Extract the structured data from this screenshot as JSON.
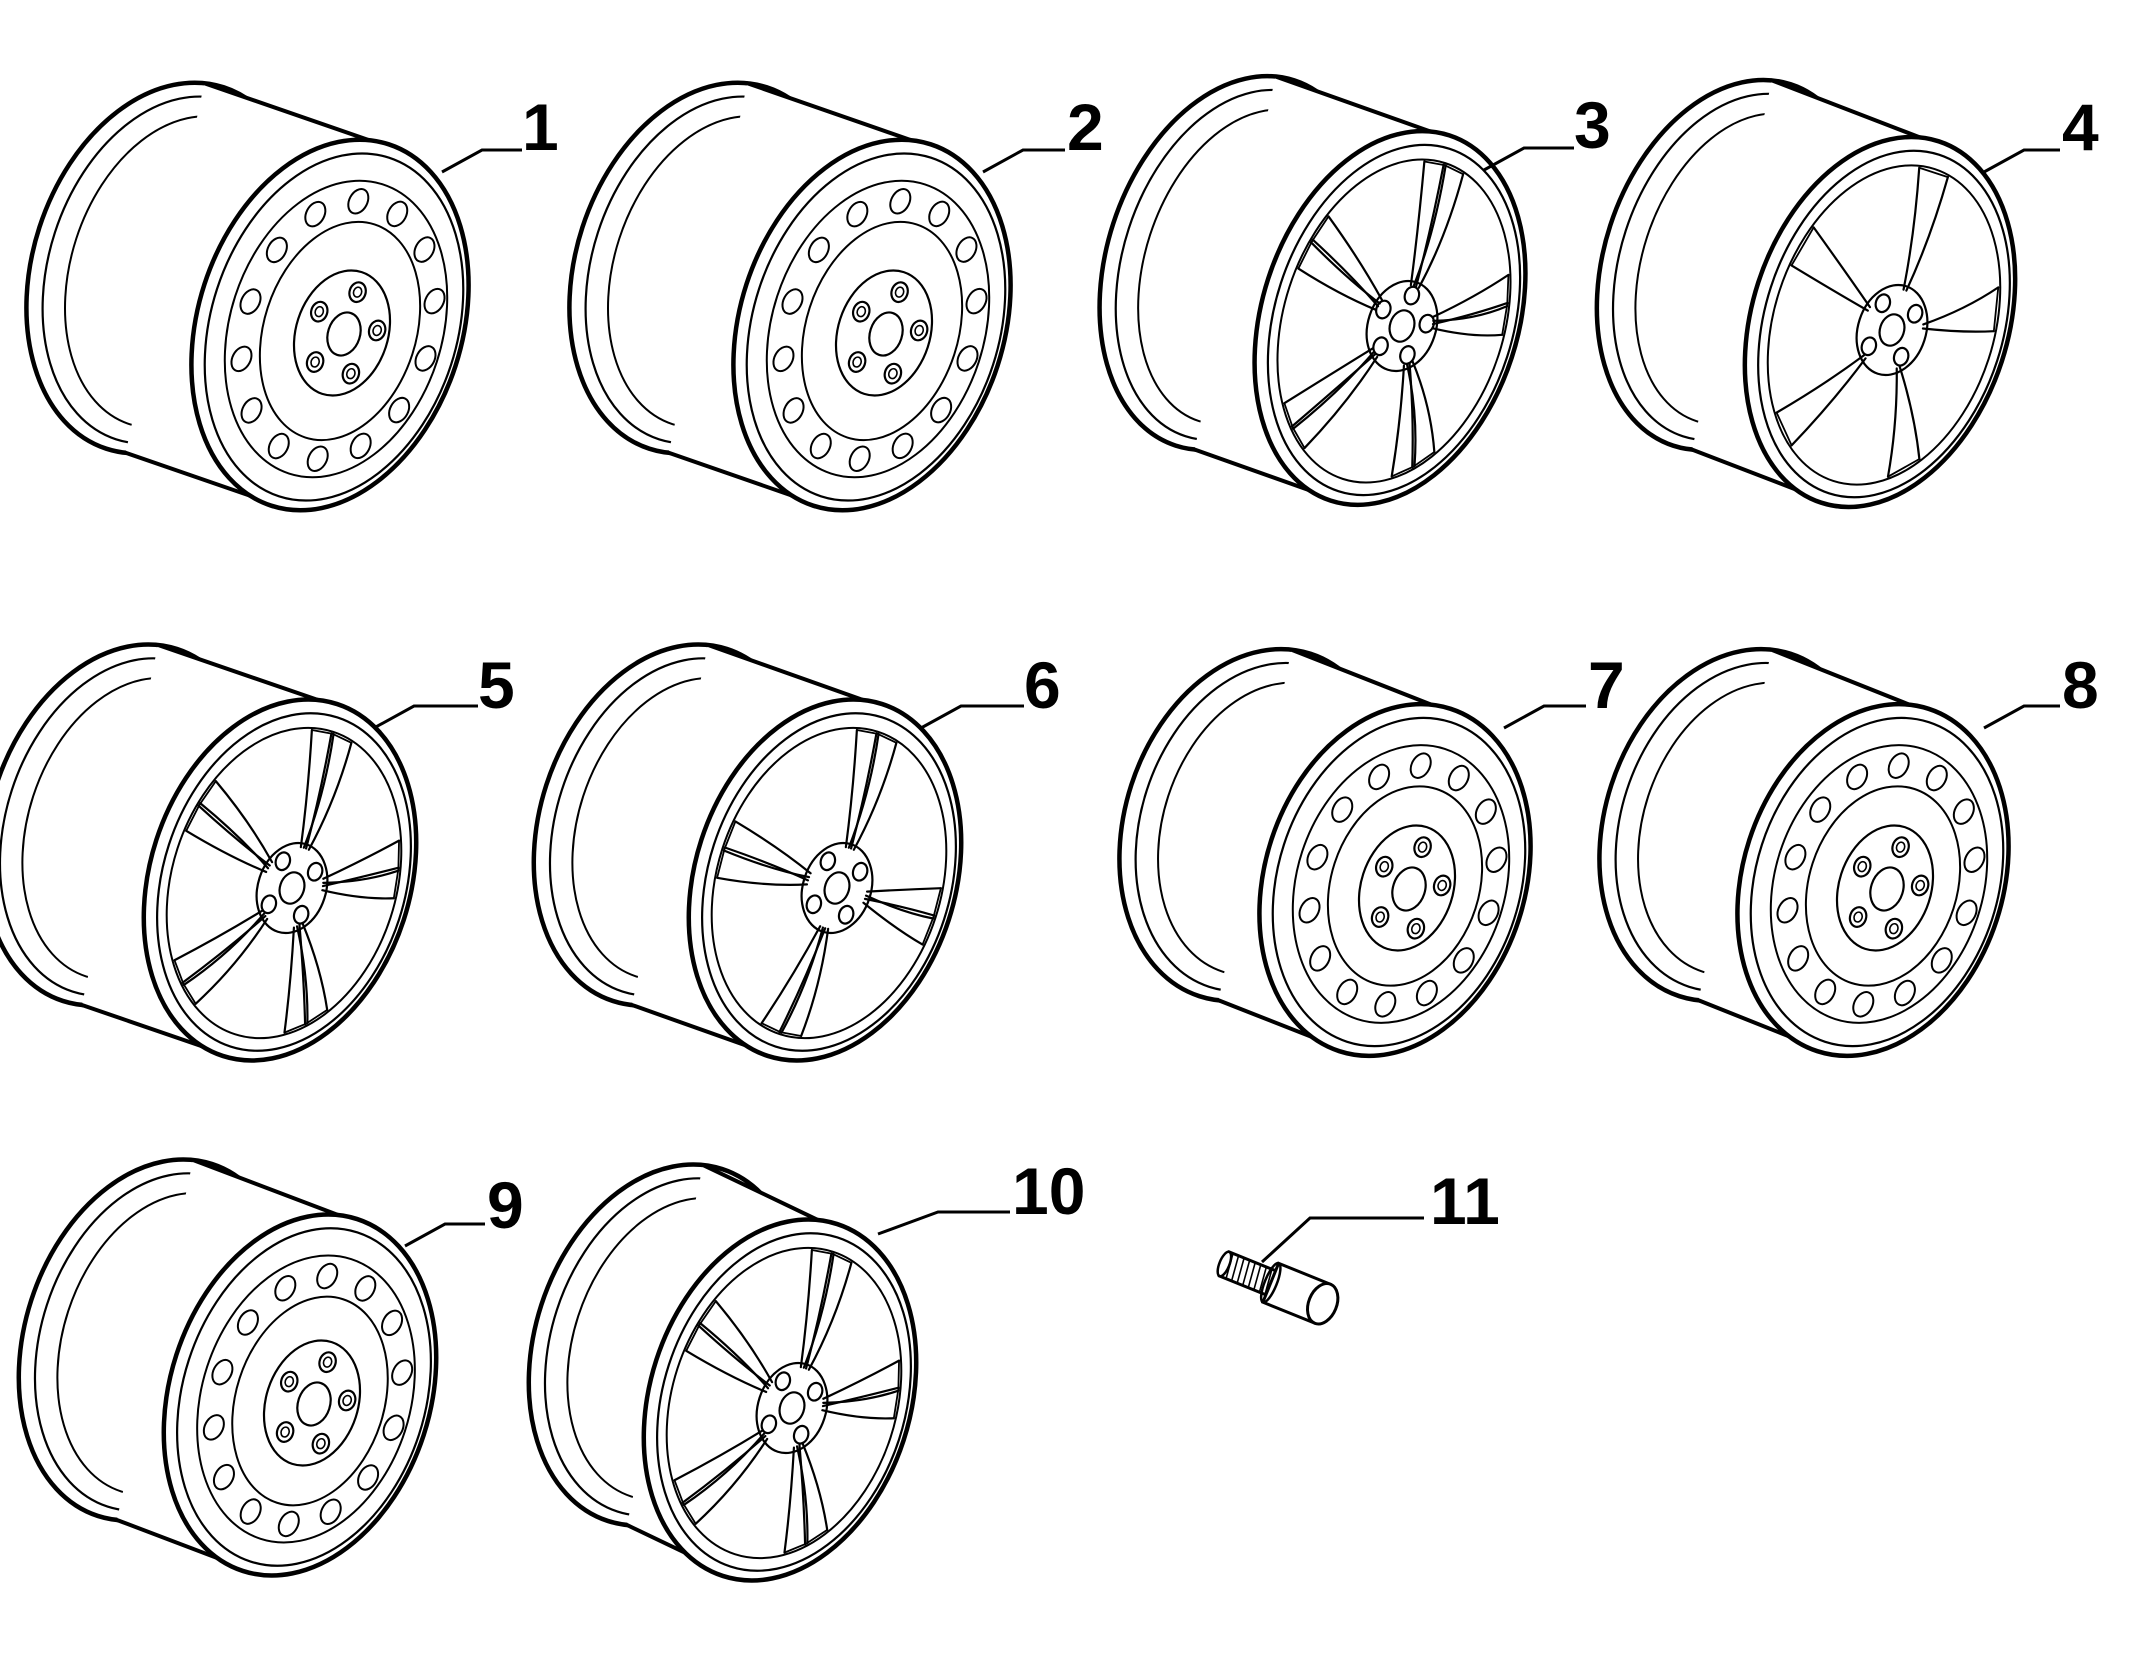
{
  "colors": {
    "line": "#000000",
    "background": "#ffffff"
  },
  "parts": [
    {
      "id": "part-1",
      "label": "1",
      "style": "steel"
    },
    {
      "id": "part-2",
      "label": "2",
      "style": "steel"
    },
    {
      "id": "part-3",
      "label": "3",
      "style": "alloy-split-spoke"
    },
    {
      "id": "part-4",
      "label": "4",
      "style": "alloy-five-spoke"
    },
    {
      "id": "part-5",
      "label": "5",
      "style": "alloy-five-spoke-four-bolt"
    },
    {
      "id": "part-6",
      "label": "6",
      "style": "alloy-four-spoke"
    },
    {
      "id": "part-7",
      "label": "7",
      "style": "steel"
    },
    {
      "id": "part-8",
      "label": "8",
      "style": "steel"
    },
    {
      "id": "part-9",
      "label": "9",
      "style": "steel"
    },
    {
      "id": "part-10",
      "label": "10",
      "style": "alloy-split-five-spoke"
    },
    {
      "id": "part-11",
      "label": "11",
      "style": "wheel-bolt"
    }
  ]
}
